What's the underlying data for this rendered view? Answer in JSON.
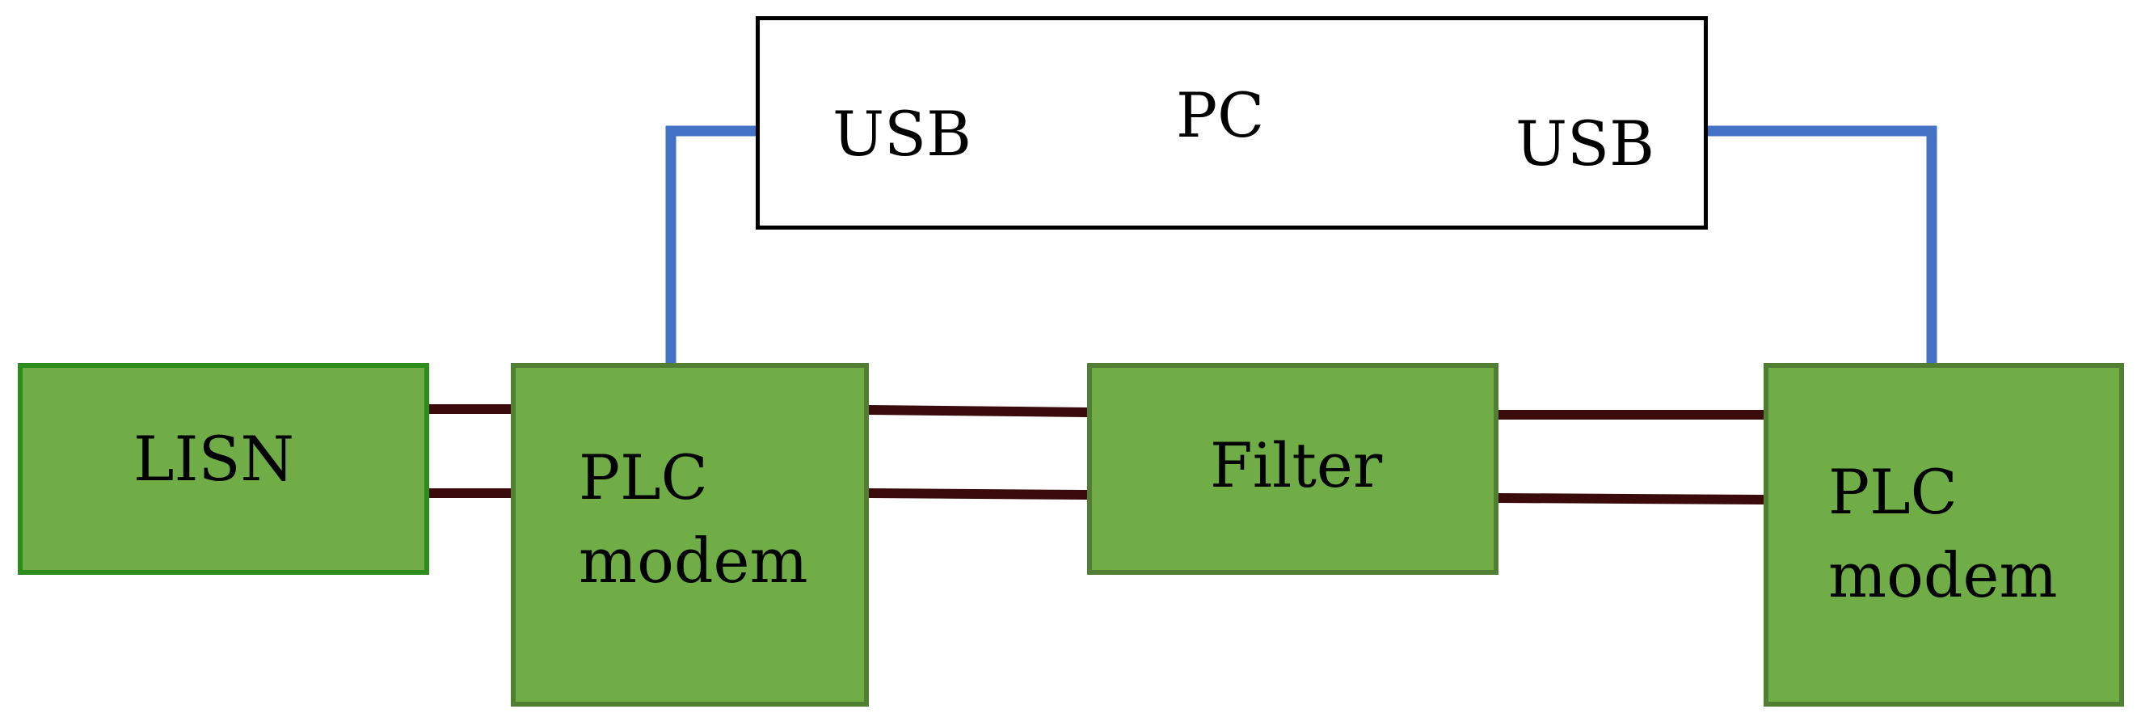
{
  "pc": {
    "label": "PC",
    "usb_left": "USB",
    "usb_right": "USB"
  },
  "lisn": {
    "label": "LISN"
  },
  "modem_left": {
    "line1": "PLC",
    "line2": "modem"
  },
  "filter": {
    "label": "Filter"
  },
  "modem_right": {
    "line1": "PLC",
    "line2": "modem"
  },
  "colors": {
    "usb_cable": "#4472c4",
    "power_line": "#3b0a0a",
    "block_fill": "#70ad47",
    "block_border": "#507e32",
    "pc_border": "#000000"
  }
}
